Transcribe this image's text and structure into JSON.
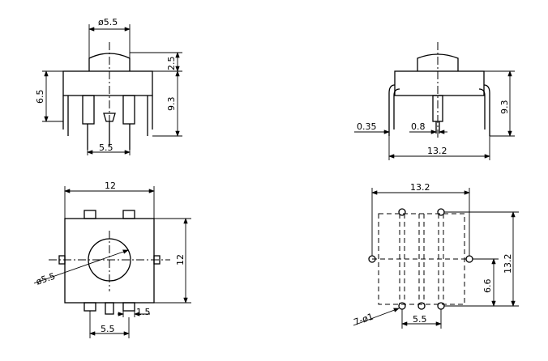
{
  "views": {
    "front": {
      "cap_diameter": "ø5.5",
      "cap_height": "2.5",
      "body_height": "6.5",
      "total_height": "9.3",
      "pin_pitch": "5.5"
    },
    "side": {
      "pin_thickness": "0.35",
      "pin_width": "0.8",
      "total_height": "9.3",
      "width": "13.2"
    },
    "top": {
      "width": "12",
      "height": "12",
      "cap_diameter": "ø5.5",
      "pin_width": "1.5",
      "pin_pitch": "5.5"
    },
    "footprint": {
      "width": "13.2",
      "height": "13.2",
      "row_spacing": "6.6",
      "hole_pitch": "5.5",
      "holes": "7-ø1"
    }
  }
}
